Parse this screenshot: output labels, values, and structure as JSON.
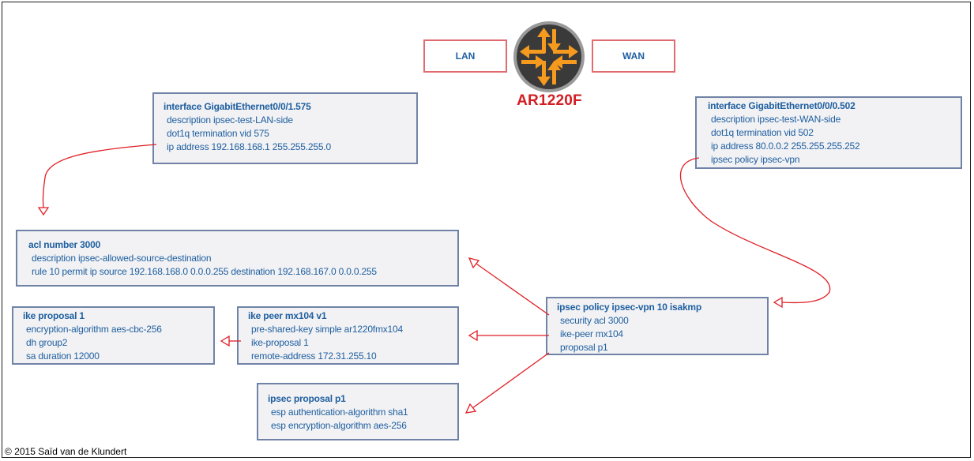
{
  "router": {
    "label": "AR1220F",
    "icon": "router-icon",
    "colors": {
      "body": "#3a3a3a",
      "ring": "#9a9a9a",
      "arrows": "#f59a1e"
    }
  },
  "lan": {
    "label": "LAN"
  },
  "wan": {
    "label": "WAN"
  },
  "lan_interface": {
    "title": "interface GigabitEthernet0/0/1.575",
    "lines": [
      "description ipsec-test-LAN-side",
      "dot1q termination vid 575",
      "ip address 192.168.168.1 255.255.255.0"
    ]
  },
  "wan_interface": {
    "title": "interface GigabitEthernet0/0/0.502",
    "lines": [
      "description ipsec-test-WAN-side",
      "dot1q termination vid 502",
      "ip address 80.0.0.2 255.255.255.252",
      "ipsec policy ipsec-vpn"
    ]
  },
  "acl": {
    "title": "acl number 3000",
    "lines": [
      "description ipsec-allowed-source-destination",
      "rule 10 permit ip source 192.168.168.0 0.0.0.255 destination 192.168.167.0 0.0.0.255"
    ]
  },
  "ike_proposal": {
    "title": "ike proposal 1",
    "lines": [
      "encryption-algorithm aes-cbc-256",
      "dh group2",
      "sa duration 12000"
    ]
  },
  "ike_peer": {
    "title": "ike peer mx104 v1",
    "lines": [
      "pre-shared-key simple ar1220fmx104",
      "ike-proposal 1",
      "remote-address 172.31.255.10"
    ]
  },
  "ipsec_policy": {
    "title": "ipsec policy ipsec-vpn 10 isakmp",
    "lines": [
      "security acl 3000",
      "ike-peer mx104",
      "proposal p1"
    ]
  },
  "ipsec_proposal": {
    "title": "ipsec proposal p1",
    "lines": [
      "esp authentication-algorithm sha1",
      "esp encryption-algorithm aes-256"
    ]
  },
  "copyright": "© 2015 Saïd van de Klundert",
  "colors": {
    "box_border": "#7083a6",
    "box_fill": "#f2f2f4",
    "text": "#1f5fa0",
    "arrow": "#e01e25",
    "tag_border": "#e06c70"
  }
}
